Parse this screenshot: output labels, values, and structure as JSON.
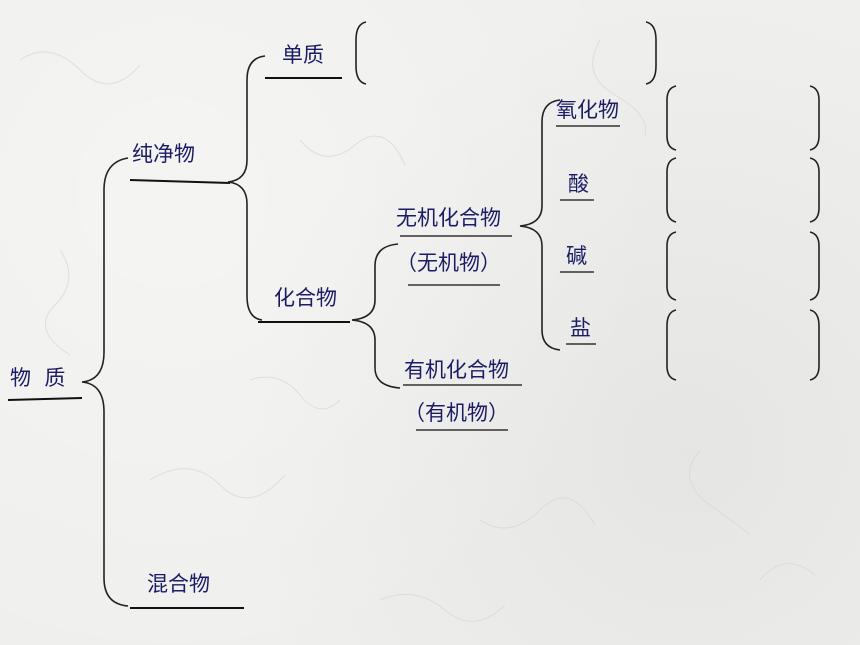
{
  "nodes": {
    "root": "物  质",
    "pure": "纯净物",
    "mixture": "混合物",
    "element": "单质",
    "compound": "化合物",
    "inorganic": "无机化合物",
    "inorganic_alias": "（无机物）",
    "organic": "有机化合物",
    "organic_alias": "（有机物）",
    "oxide": "氧化物",
    "acid": "酸",
    "base": "碱",
    "salt": "盐"
  }
}
